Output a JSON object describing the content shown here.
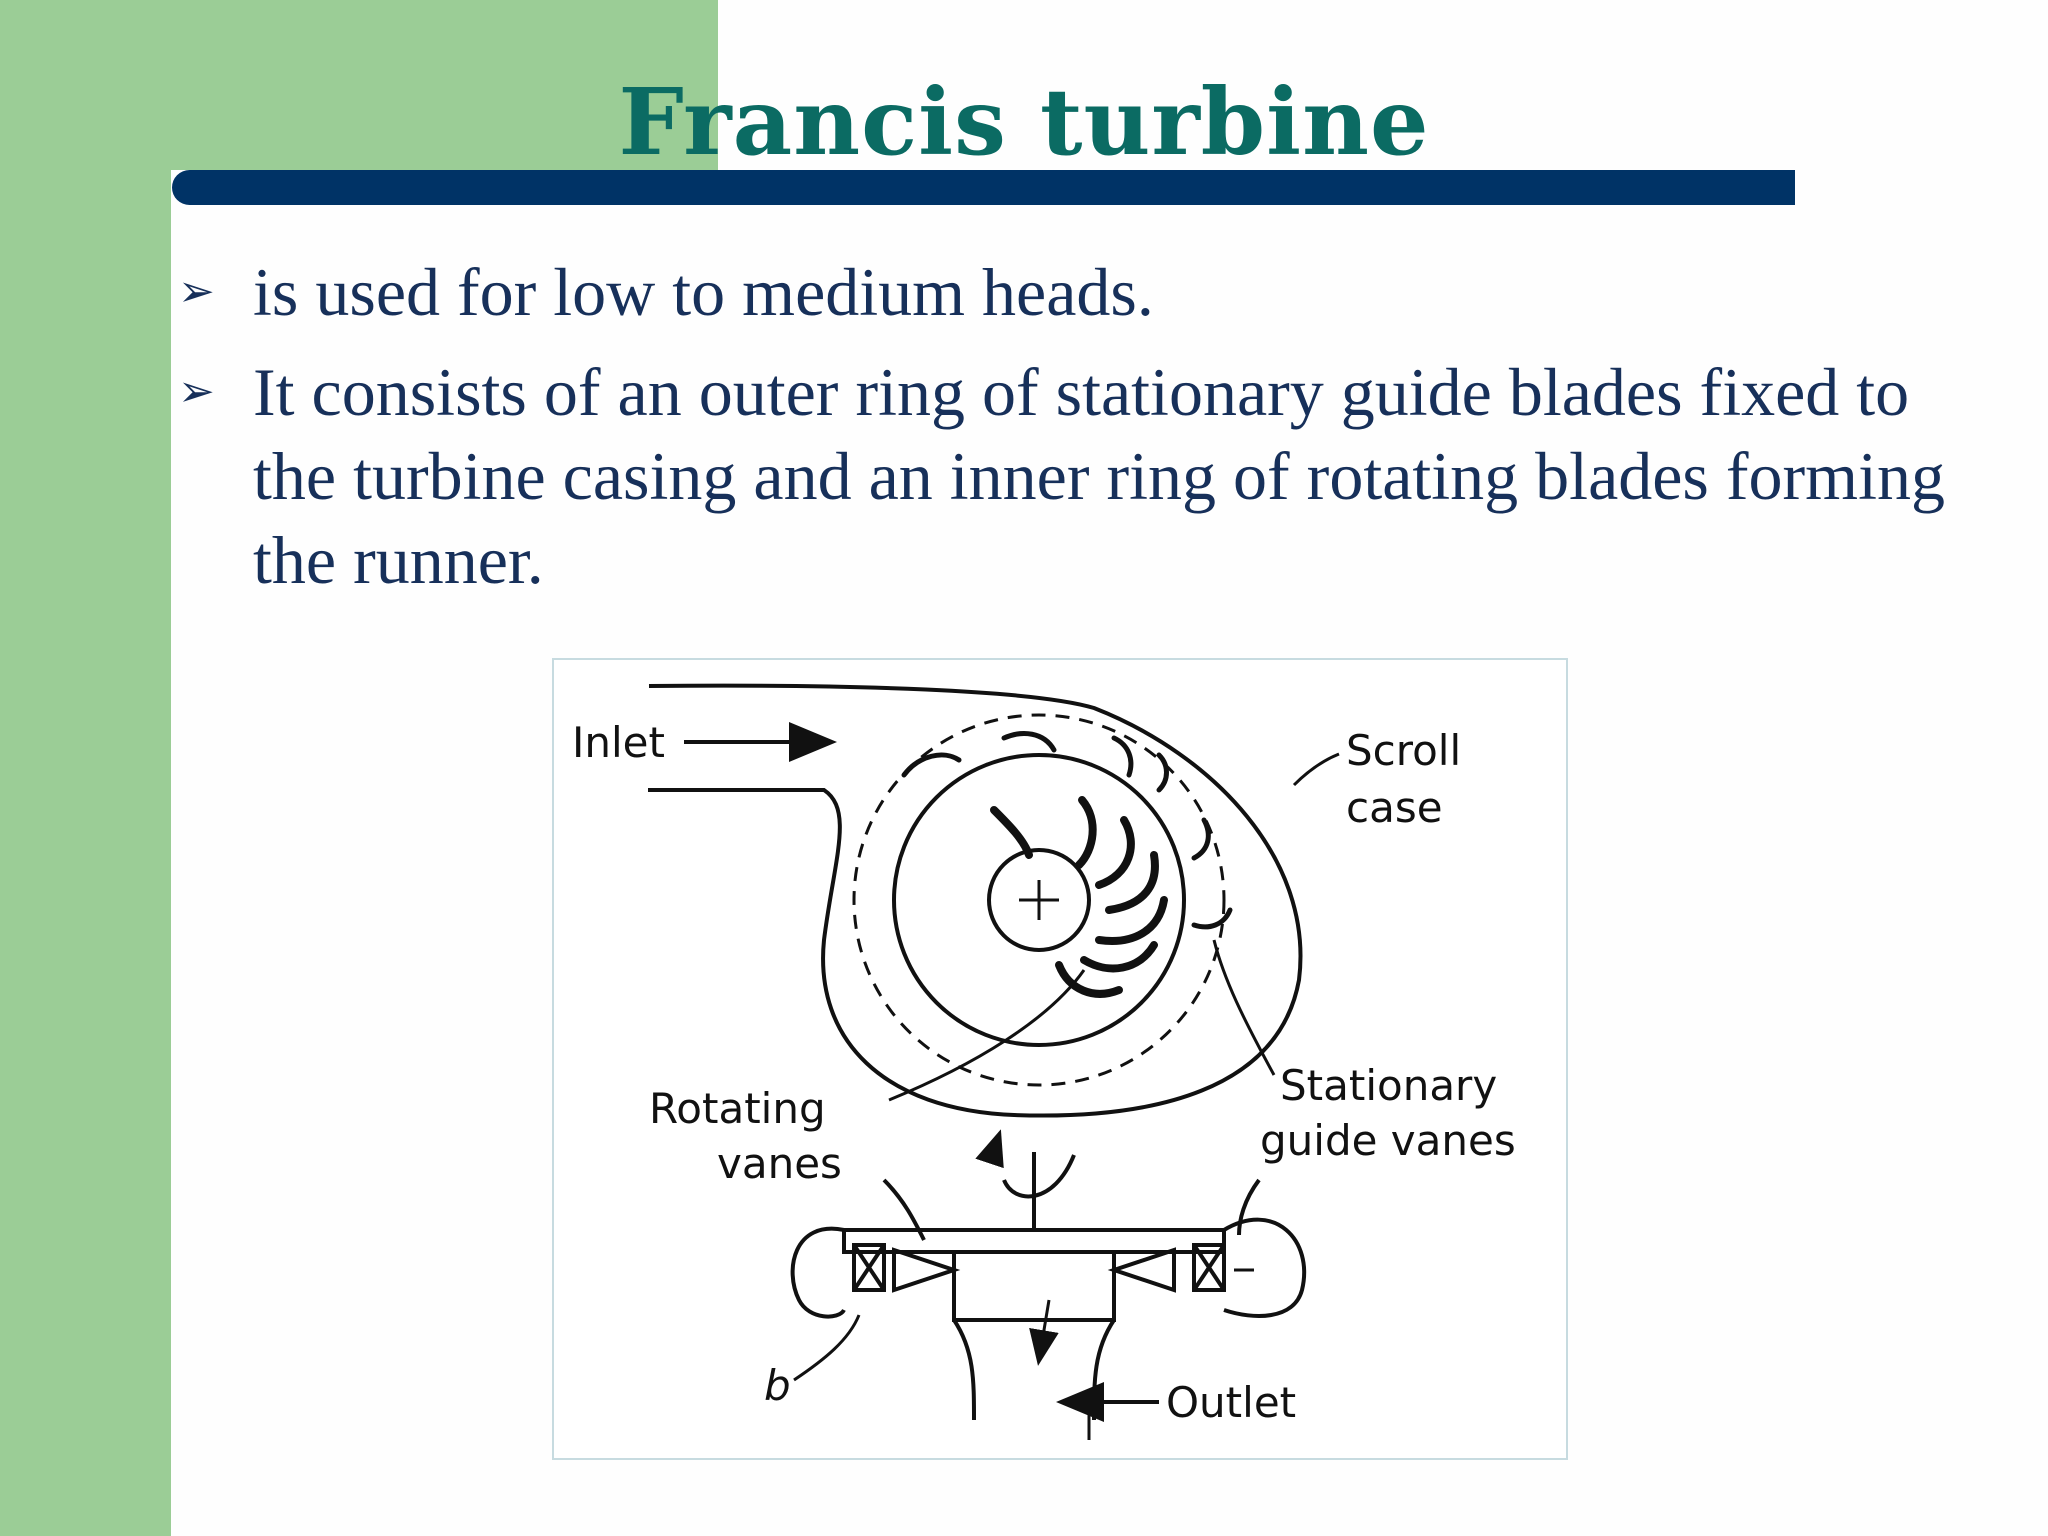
{
  "slide": {
    "title": "Francis turbine",
    "bullets": [
      "is used for low to medium heads.",
      " It consists of an outer ring of stationary guide blades fixed to the turbine casing and an inner ring of rotating blades forming the runner."
    ],
    "bullet_icon": "arrowhead-bullet-icon"
  },
  "diagram": {
    "labels": {
      "inlet": "Inlet",
      "scroll_case_1": "Scroll",
      "scroll_case_2": "case",
      "rotating_1": "Rotating",
      "rotating_2": "vanes",
      "stationary_1": "Stationary",
      "stationary_2": "guide vanes",
      "b": "b",
      "outlet": "Outlet"
    }
  },
  "colors": {
    "green": "#9bcd96",
    "title": "#0b6b63",
    "bar": "#003366",
    "text": "#17305a"
  }
}
